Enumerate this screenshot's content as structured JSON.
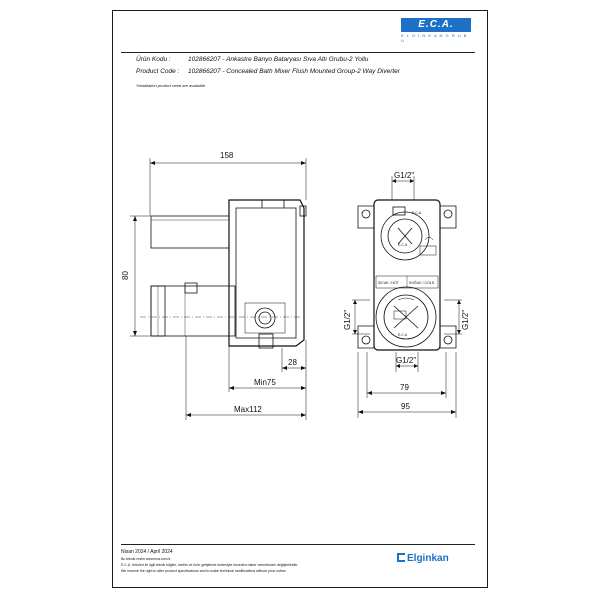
{
  "logo": {
    "brand": "E.C.A.",
    "tagline": "E L G İ N K A N  G R U B U"
  },
  "product": {
    "tr_label": "Ürün Kodu :",
    "tr_value": "102866207 - Ankastre Banyo Bataryası Sıva Altı Grubu-2 Yollu",
    "en_label": "Product Code :",
    "en_value": "102866207 - Concealed Bath Mixer Flush Mounted Group-2 Way Diverter",
    "note": "*Installation product need are available."
  },
  "dimensions": {
    "width_top": "158",
    "height_left": "80",
    "d28": "28",
    "min75": "Min75",
    "max112": "Max112",
    "g_top": "G1/2\"",
    "g_left": "G1/2\"",
    "g_right": "G1/2\"",
    "g_bottom": "G1/2\"",
    "w79": "79",
    "w95": "95"
  },
  "front_labels": {
    "badge_top": "E.C.A",
    "badge_mid": "E.C.A",
    "sicak": "SICAK / HOT",
    "soguk": "SOĞUK / COLD",
    "small_bottom": "E.C.A"
  },
  "footer": {
    "date": "Nisan 2024 / April 2024",
    "line1": "Bu teknik resim www.eca.com.tr",
    "line2": "E.C.A. ürünleri ile ilgili teknik bilgiler, üretim ve ürün geliştirme nedeniyle önceden haber vermeksizin değiştirilebilir.",
    "line3": "We reserve the right to alter product specifications and to make technical modifications without prior notice.",
    "brand": "Elginkan"
  }
}
